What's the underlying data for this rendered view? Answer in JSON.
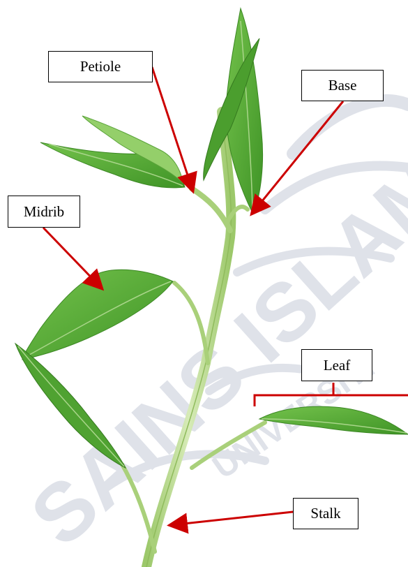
{
  "labels": {
    "petiole": "Petiole",
    "base": "Base",
    "midrib": "Midrib",
    "leaf": "Leaf",
    "stalk": "Stalk"
  },
  "watermark": "UNIVERSITI SAINS ISLAM MALAYSIA",
  "colors": {
    "arrow": "#cc0000",
    "leaf": "#5bb13a",
    "leaf_dark": "#3e8e25",
    "stalk": "#b8d88a",
    "watermark": "#c5cbd8"
  }
}
